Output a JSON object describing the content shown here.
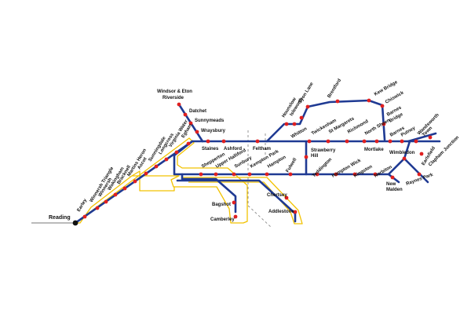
{
  "colors": {
    "line": "#1f3a93",
    "branch": "#f2c200",
    "station": "#e02020",
    "terminus": "#111111"
  },
  "stations": [
    {
      "id": "reading",
      "name": "Reading"
    },
    {
      "id": "earley",
      "name": "Earley"
    },
    {
      "id": "winnersh-triangle",
      "name": "Winnersh Triangle"
    },
    {
      "id": "winnersh",
      "name": "Winnersh"
    },
    {
      "id": "wokingham",
      "name": "Wokingham"
    },
    {
      "id": "bracknell",
      "name": "Bracknell"
    },
    {
      "id": "martins-heron",
      "name": "Martins Heron"
    },
    {
      "id": "ascot",
      "name": "Ascot"
    },
    {
      "id": "sunningdale",
      "name": "Sunningdale"
    },
    {
      "id": "longcross",
      "name": "Longcross"
    },
    {
      "id": "virginia-water",
      "name": "Virginia Water"
    },
    {
      "id": "egham",
      "name": "Egham"
    },
    {
      "id": "windsor",
      "name": "Windsor & Eton Riverside"
    },
    {
      "id": "datchet",
      "name": "Datchet"
    },
    {
      "id": "sunnymeads",
      "name": "Sunnymeads"
    },
    {
      "id": "wraysbury",
      "name": "Wraysbury"
    },
    {
      "id": "staines",
      "name": "Staines"
    },
    {
      "id": "ashford",
      "name": "Ashford"
    },
    {
      "id": "feltham",
      "name": "Feltham"
    },
    {
      "id": "whitton",
      "name": "Whitton"
    },
    {
      "id": "hounslow",
      "name": "Hounslow"
    },
    {
      "id": "isleworth",
      "name": "Isleworth"
    },
    {
      "id": "syon-lane",
      "name": "Syon Lane"
    },
    {
      "id": "brentford",
      "name": "Brentford"
    },
    {
      "id": "kew-bridge",
      "name": "Kew Bridge"
    },
    {
      "id": "chiswick",
      "name": "Chiswick"
    },
    {
      "id": "barnes-bridge",
      "name": "Barnes Bridge"
    },
    {
      "id": "twickenham",
      "name": "Twickenham"
    },
    {
      "id": "st-margarets",
      "name": "St Margarets"
    },
    {
      "id": "richmond",
      "name": "Richmond"
    },
    {
      "id": "north-sheen",
      "name": "North Sheen"
    },
    {
      "id": "mortlake",
      "name": "Mortlake"
    },
    {
      "id": "barnes",
      "name": "Barnes"
    },
    {
      "id": "putney",
      "name": "Putney"
    },
    {
      "id": "wandsworth-town",
      "name": "Wandsworth Town"
    },
    {
      "id": "strawberry-hill",
      "name": "Strawberry Hill"
    },
    {
      "id": "wimbledon",
      "name": "Wimbledon"
    },
    {
      "id": "earlsfield",
      "name": "Earlsfield"
    },
    {
      "id": "clapham-junction",
      "name": "Clapham Junction"
    },
    {
      "id": "shepperton",
      "name": "Shepperton"
    },
    {
      "id": "upper-halliford",
      "name": "Upper Halliford"
    },
    {
      "id": "sunbury",
      "name": "Sunbury"
    },
    {
      "id": "kempton-park",
      "name": "Kempton Park"
    },
    {
      "id": "hampton",
      "name": "Hampton"
    },
    {
      "id": "fulwell",
      "name": "Fulwell"
    },
    {
      "id": "teddington",
      "name": "Teddington"
    },
    {
      "id": "hampton-wick",
      "name": "Hampton Wick"
    },
    {
      "id": "kingston",
      "name": "Kingston"
    },
    {
      "id": "norbiton",
      "name": "Norbiton"
    },
    {
      "id": "new-malden",
      "name": "New Malden"
    },
    {
      "id": "raynes-park",
      "name": "Raynes Park"
    },
    {
      "id": "bagshot",
      "name": "Bagshot"
    },
    {
      "id": "camberley",
      "name": "Camberley"
    },
    {
      "id": "chertsey",
      "name": "Chertsey"
    },
    {
      "id": "addlestone",
      "name": "Addlestone"
    }
  ]
}
